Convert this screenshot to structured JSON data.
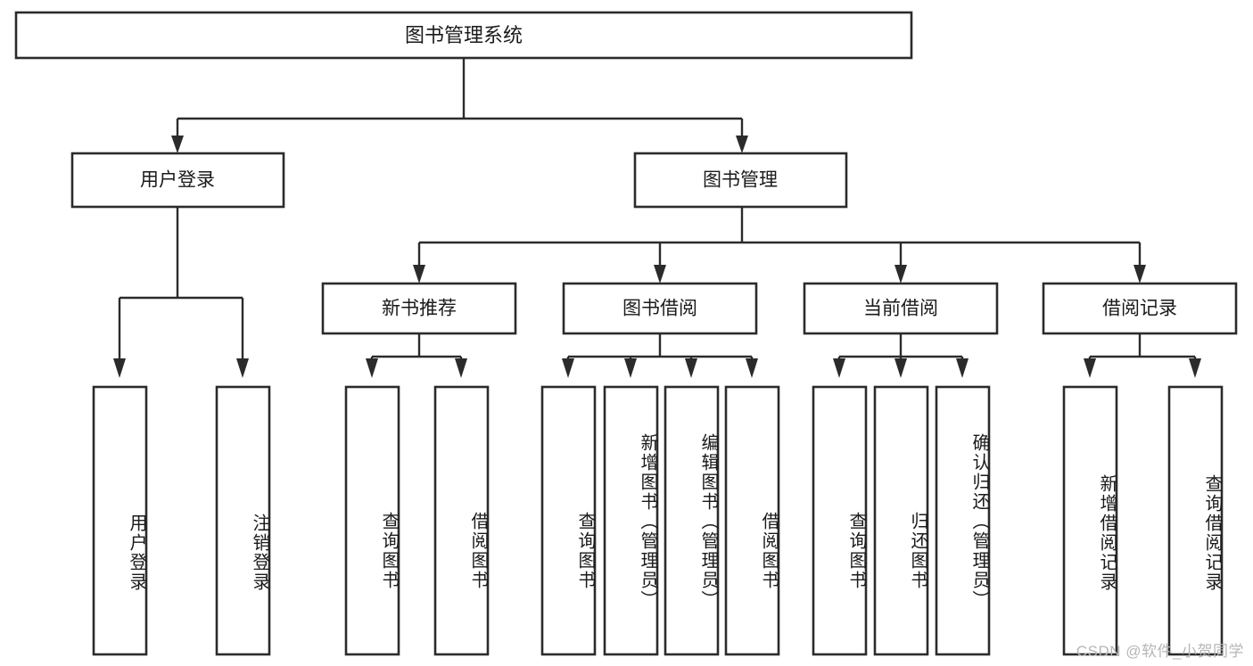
{
  "diagram": {
    "type": "tree-hierarchy-flowchart",
    "title": "图书管理系统",
    "watermark": "CSDN @软件_小贺同学",
    "root": {
      "id": "root",
      "label": "图书管理系统"
    },
    "level1": [
      {
        "id": "user-login",
        "label": "用户登录"
      },
      {
        "id": "book-management",
        "label": "图书管理"
      }
    ],
    "level2": [
      {
        "id": "new-book-recommend",
        "label": "新书推荐",
        "parent": "book-management"
      },
      {
        "id": "book-borrow",
        "label": "图书借阅",
        "parent": "book-management"
      },
      {
        "id": "current-borrow",
        "label": "当前借阅",
        "parent": "book-management"
      },
      {
        "id": "borrow-record",
        "label": "借阅记录",
        "parent": "book-management"
      }
    ],
    "leaves": [
      {
        "id": "leaf-user-login",
        "label": "用户登录",
        "parent": "user-login"
      },
      {
        "id": "leaf-logout-login",
        "label": "注销登录",
        "parent": "user-login"
      },
      {
        "id": "leaf-query-book-1",
        "label": "查询图书",
        "parent": "new-book-recommend"
      },
      {
        "id": "leaf-borrow-book-1",
        "label": "借阅图书",
        "parent": "new-book-recommend"
      },
      {
        "id": "leaf-query-book-2",
        "label": "查询图书",
        "parent": "book-borrow"
      },
      {
        "id": "leaf-add-book",
        "label": "新增图书（管理员）",
        "parent": "book-borrow"
      },
      {
        "id": "leaf-edit-book",
        "label": "编辑图书（管理员）",
        "parent": "book-borrow"
      },
      {
        "id": "leaf-borrow-book-2",
        "label": "借阅图书",
        "parent": "book-borrow"
      },
      {
        "id": "leaf-query-book-3",
        "label": "查询图书",
        "parent": "current-borrow"
      },
      {
        "id": "leaf-return-book",
        "label": "归还图书",
        "parent": "current-borrow"
      },
      {
        "id": "leaf-confirm-return",
        "label": "确认归还（管理员）",
        "parent": "current-borrow"
      },
      {
        "id": "leaf-add-record",
        "label": "新增借阅记录",
        "parent": "borrow-record"
      },
      {
        "id": "leaf-query-record",
        "label": "查询借阅记录",
        "parent": "borrow-record"
      }
    ],
    "colors": {
      "box_stroke": "#2b2b2b",
      "box_fill": "#ffffff",
      "text": "#1a1a1a",
      "connector": "#2b2b2b",
      "watermark": "#b6b6b6",
      "background": "#ffffff"
    }
  }
}
